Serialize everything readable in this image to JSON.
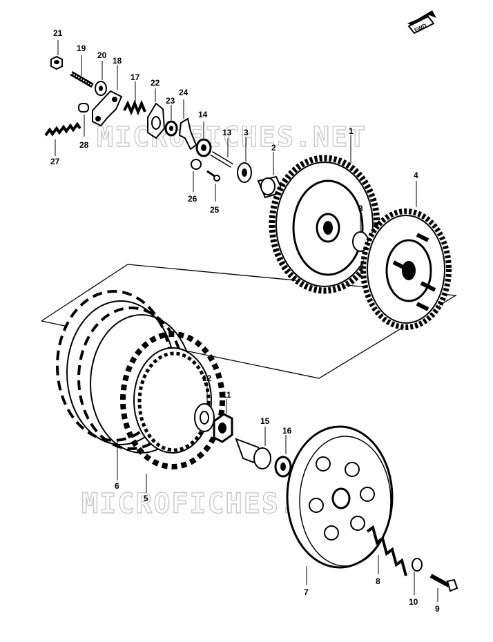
{
  "diagram": {
    "watermark": "MICROFICHES.NET",
    "direction_tag": "FWD",
    "callouts": [
      "21",
      "19",
      "20",
      "18",
      "17",
      "22",
      "23",
      "24",
      "14",
      "13",
      "3",
      "2",
      "1",
      "4",
      "3",
      "27",
      "28",
      "26",
      "25",
      "12",
      "11",
      "15",
      "16",
      "6",
      "5",
      "7",
      "8",
      "10",
      "9"
    ]
  },
  "colors": {
    "ink": "#000000",
    "paper": "#ffffff",
    "watermark": "#c8c8c8"
  }
}
